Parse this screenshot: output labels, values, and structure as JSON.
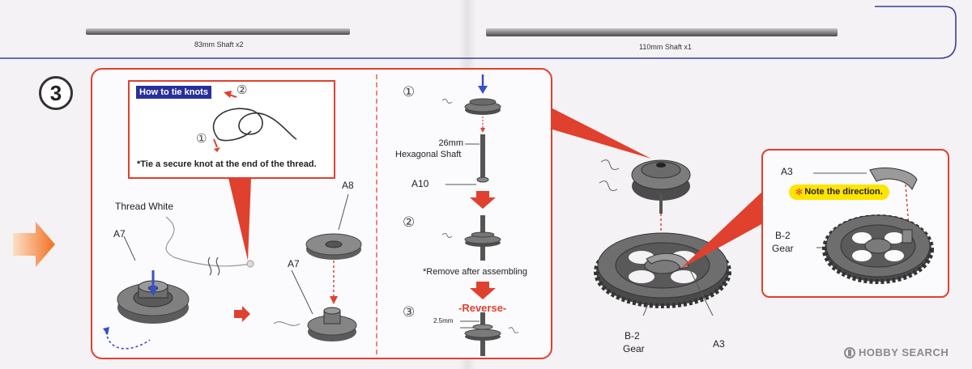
{
  "shafts": {
    "left_label": "83mm Shaft x2",
    "right_label": "110mm Shaft x1"
  },
  "step": {
    "number": "3"
  },
  "knot_box": {
    "title": "How to tie knots",
    "note": "*Tie a secure knot at the end of the thread.",
    "marker_1": "①",
    "marker_2": "②"
  },
  "left_labels": {
    "thread": "Thread White",
    "a7_first": "A7",
    "a7_second": "A7",
    "a8": "A8"
  },
  "middle": {
    "step1": "①",
    "step2": "②",
    "step3": "③",
    "shaft_label_line1": "26mm",
    "shaft_label_line2": "Hexagonal Shaft",
    "a10": "A10",
    "remove_note": "*Remove after assembling",
    "reverse": "-Reverse-",
    "gap": "2.5mm"
  },
  "right": {
    "b2_line1": "B-2",
    "b2_line2": "Gear",
    "a3": "A3"
  },
  "detail": {
    "a3": "A3",
    "note": "Note the direction.",
    "note_mark": "✻",
    "b2_line1": "B-2",
    "b2_line2": "Gear"
  },
  "watermark": {
    "text": "HOBBY SEARCH"
  },
  "colors": {
    "accent_red": "#e0402e",
    "arrow_blue": "#3650c8",
    "note_yellow": "#ffe400"
  }
}
